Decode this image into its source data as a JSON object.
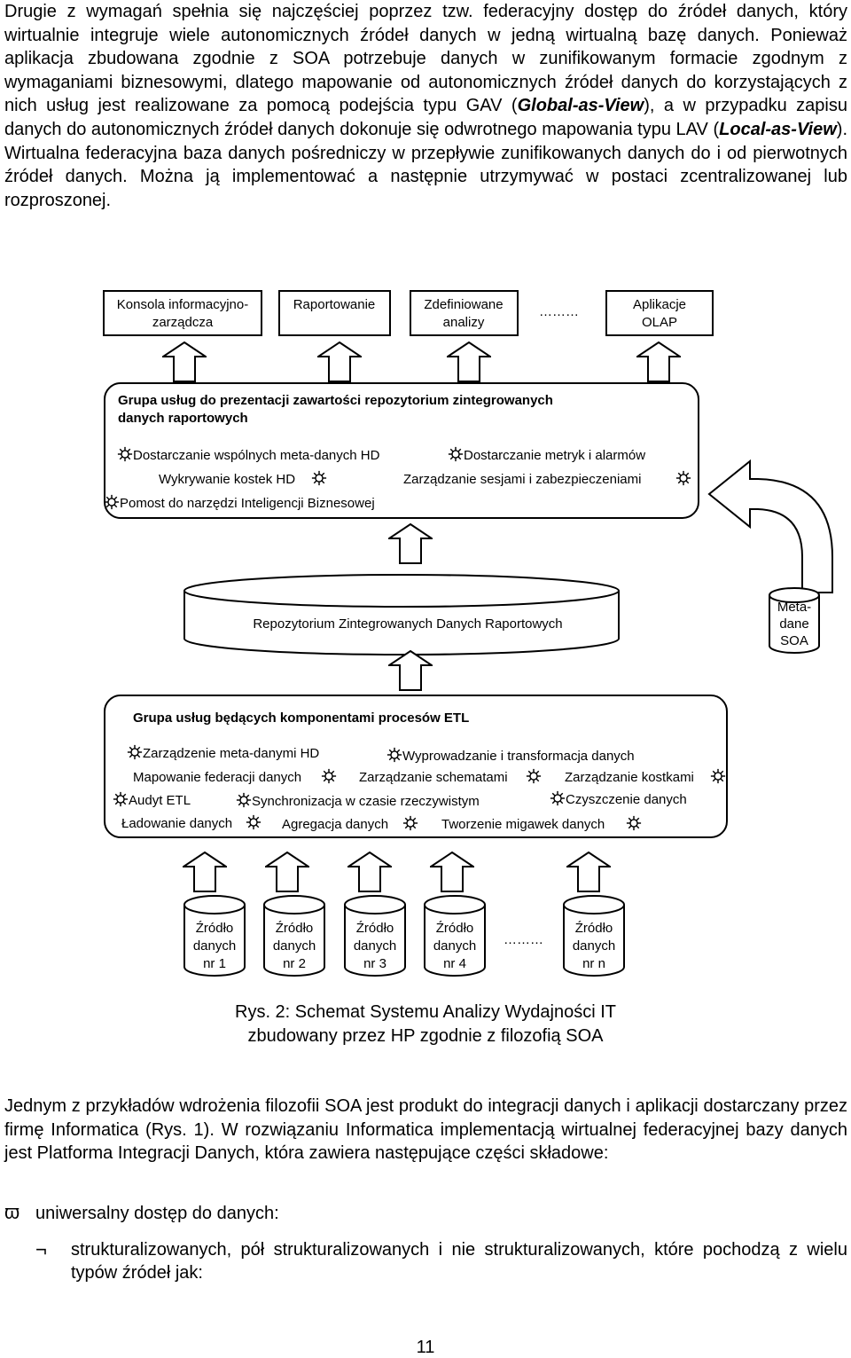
{
  "intro": {
    "s1": "Drugie z wymagań spełnia się najczęściej poprzez tzw. federacyjny dostęp do źródeł danych, który wirtualnie integruje wiele autonomicznych źródeł danych w jedną wirtualną bazę danych. Ponieważ aplikacja zbudowana zgodnie z SOA potrzebuje danych w zunifikowanym formacie zgodnym z wymaganiami biznesowymi, dlatego mapowanie od autonomicznych źródeł danych do korzystających z nich usług jest realizowane za pomocą podejścia typu GAV (",
    "gav": "Global-as-View",
    "s2": "), a w przypadku zapisu danych do autonomicznych źródeł danych dokonuje się odwrotnego mapowania typu LAV (",
    "lav": "Local-as-View",
    "s3": "). Wirtualna federacyjna baza danych pośredniczy w przepływie zunifikowanych danych do i od pierwotnych źródeł danych. Można ją implementować a następnie utrzymywać w postaci zcentralizowanej lub rozproszonej."
  },
  "diagram": {
    "apps": [
      {
        "line1": "Konsola informacyjno-",
        "line2": "zarządcza"
      },
      {
        "line1": "Raportowanie",
        "line2": ""
      },
      {
        "line1": "Zdefiniowane",
        "line2": "analizy"
      },
      {
        "line1": "Aplikacje",
        "line2": "OLAP"
      }
    ],
    "apps_ellipsis": "………",
    "presentation": {
      "title_line1": "Grupa usług do prezentacji zawartości repozytorium zintegrowanych",
      "title_line2": "danych raportowych",
      "items": [
        "Dostarczanie wspólnych meta-danych HD",
        "Dostarczanie metryk i alarmów",
        "Wykrywanie kostek HD",
        "Zarządzanie sesjami i zabezpieczeniami",
        "Pomost do narzędzi Inteligencji Biznesowej"
      ]
    },
    "repository": "Repozytorium Zintegrowanych Danych Raportowych",
    "metadata": {
      "line1": "Meta-",
      "line2": "dane",
      "line3": "SOA"
    },
    "etl": {
      "title": "Grupa usług będących komponentami procesów ETL",
      "items": [
        "Zarządzenie meta-danymi HD",
        "Wyprowadzanie i transformacja danych",
        "Mapowanie federacji danych",
        "Zarządzanie schematami",
        "Zarządzanie kostkami",
        "Audyt ETL",
        "Synchronizacja w czasie rzeczywistym",
        "Czyszczenie danych",
        "Ładowanie danych",
        "Agregacja danych",
        "Tworzenie migawek danych"
      ]
    },
    "sources": [
      {
        "l1": "Źródło",
        "l2": "danych",
        "l3": "nr 1"
      },
      {
        "l1": "Źródło",
        "l2": "danych",
        "l3": "nr 2"
      },
      {
        "l1": "Źródło",
        "l2": "danych",
        "l3": "nr 3"
      },
      {
        "l1": "Źródło",
        "l2": "danych",
        "l3": "nr 4"
      },
      {
        "l1": "Źródło",
        "l2": "danych",
        "l3": "nr n"
      }
    ],
    "sources_ellipsis": "………"
  },
  "caption": {
    "line1": "Rys. 2: Schemat Systemu Analizy Wydajności IT",
    "line2": "zbudowany przez HP zgodnie z filozofią SOA"
  },
  "para2": "Jednym z przykładów wdrożenia filozofii SOA jest produkt do integracji danych i aplikacji dostarczany przez firmę Informatica (Rys. 1). W rozwiązaniu Informatica implementacją wirtualnej federacyjnej bazy danych jest Platforma Integracji Danych, która zawiera następujące części składowe:",
  "bullets": [
    {
      "symbol": "ϖ",
      "text": "uniwersalny dostęp do danych:"
    },
    {
      "symbol": "¬",
      "text": "strukturalizowanych, pół strukturalizowanych i nie strukturalizowanych, które pochodzą z wielu typów źródeł jak:"
    }
  ],
  "page_number": "11"
}
